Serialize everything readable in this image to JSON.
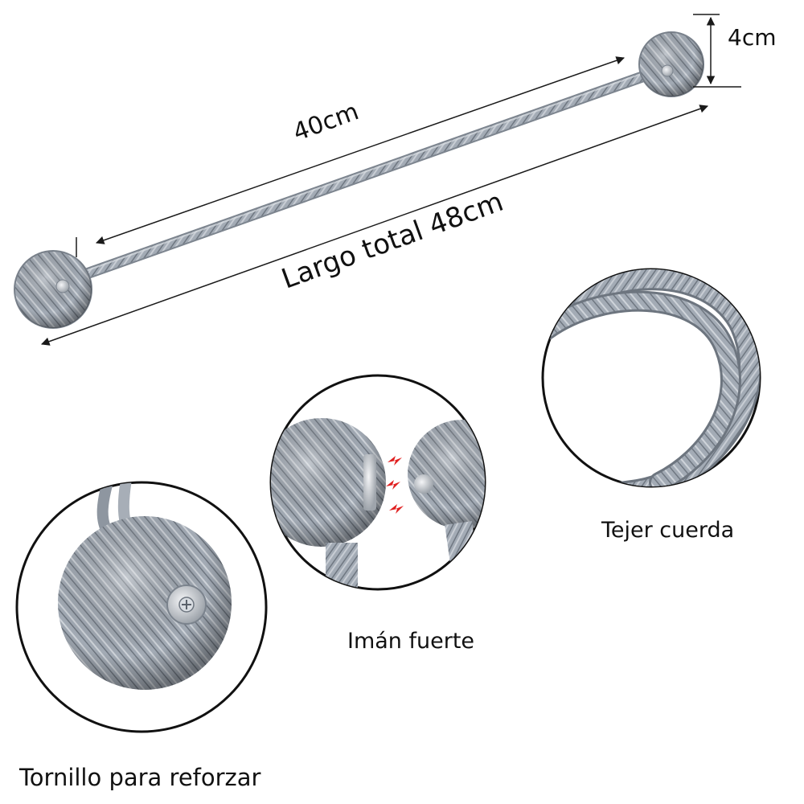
{
  "labels": {
    "length_inner": "40cm",
    "diameter": "4cm",
    "length_total": "Largo total 48cm",
    "rope_weave": "Tejer cuerda",
    "strong_magnet": "Imán fuerte",
    "reinforce_screw": "Tornillo para reforzar"
  },
  "colors": {
    "rope": "#9aa2ac",
    "rope_dark": "#6d757f",
    "rope_light": "#c9ced5",
    "arrow": "#1a1a1a",
    "magnet_mark": "#e02020",
    "circle_border": "#111111"
  }
}
